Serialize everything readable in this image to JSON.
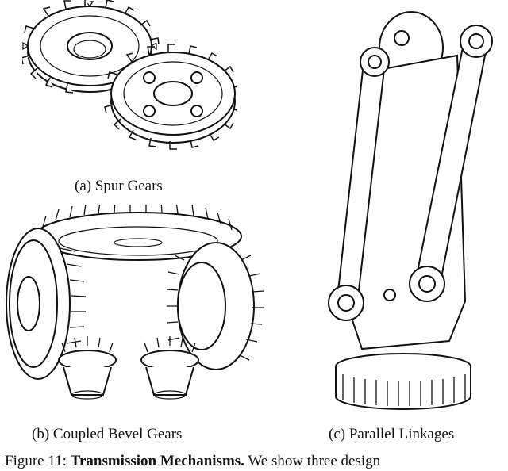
{
  "subfigures": [
    {
      "id": "a",
      "caption": "(a) Spur Gears"
    },
    {
      "id": "b",
      "caption": "(b) Coupled Bevel Gears"
    },
    {
      "id": "c",
      "caption": "(c) Parallel Linkages"
    }
  ],
  "figure_caption": {
    "label": "Figure 11:",
    "title": "Transmission Mechanisms.",
    "text": "We show three design"
  }
}
